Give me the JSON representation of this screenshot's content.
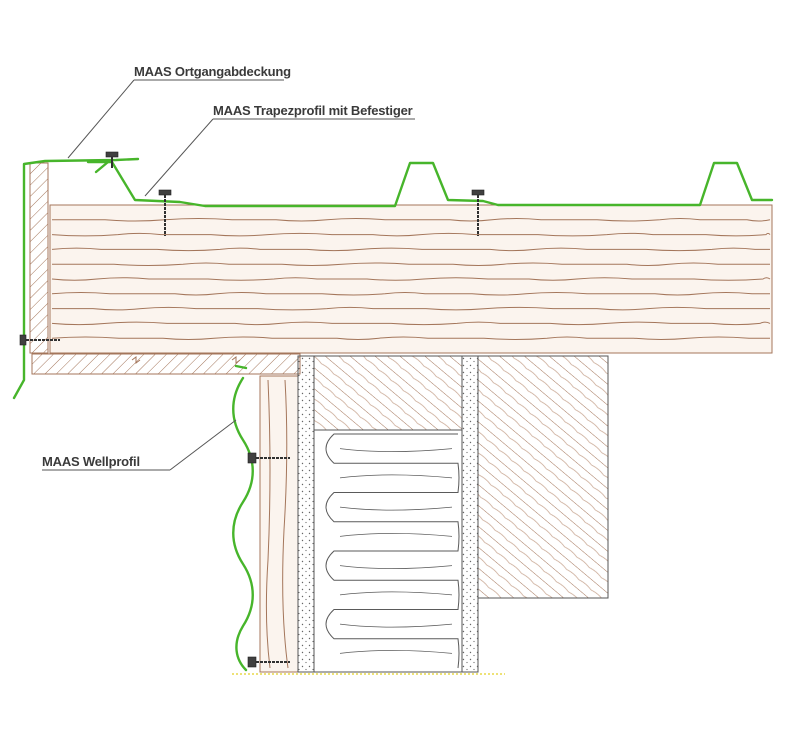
{
  "labels": {
    "ortgang": "MAAS Ortgangabdeckung",
    "trapez": "MAAS Trapezprofil mit Befestiger",
    "well": "MAAS Wellprofil"
  },
  "colors": {
    "profile_green": "#47b52b",
    "wood_brown": "#a4765b",
    "insulation_line": "#5a5a5a",
    "leader_grey": "#555555",
    "screw": "#404040"
  },
  "icons": {
    "screw": "screw-icon"
  }
}
